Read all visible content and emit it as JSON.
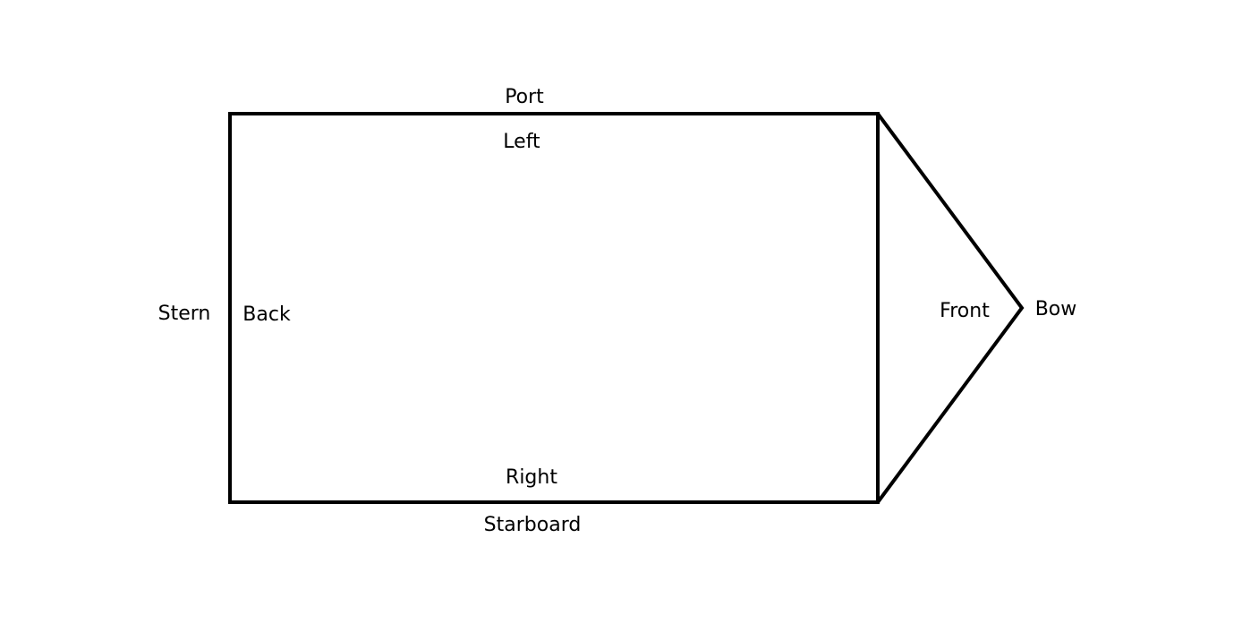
{
  "diagram": {
    "labels": {
      "port": "Port",
      "left": "Left",
      "stern": "Stern",
      "back": "Back",
      "front": "Front",
      "bow": "Bow",
      "right": "Right",
      "starboard": "Starboard"
    },
    "colors": {
      "background": "#ffffff",
      "outline": "#000000",
      "text": "#000000"
    }
  }
}
